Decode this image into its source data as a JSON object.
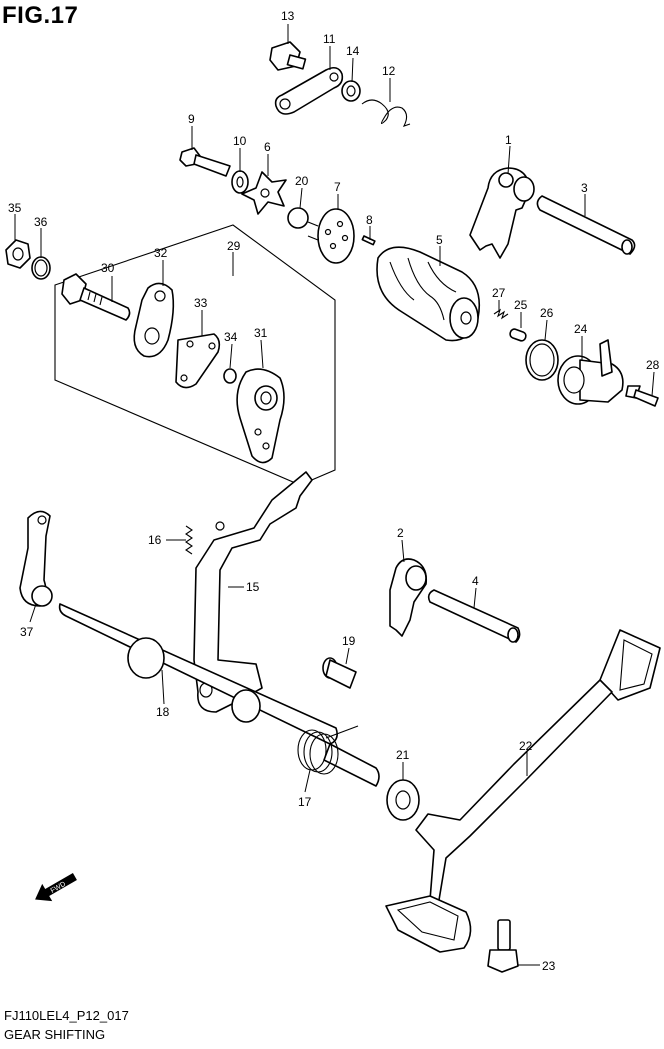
{
  "figure": {
    "title": "FIG.17"
  },
  "footer": {
    "code": "FJ110LEL4_P12_017",
    "name": "GEAR SHIFTING"
  },
  "fwd_label": "FWD",
  "callouts": [
    "1",
    "2",
    "3",
    "4",
    "5",
    "6",
    "7",
    "8",
    "9",
    "10",
    "11",
    "12",
    "13",
    "14",
    "15",
    "16",
    "17",
    "18",
    "19",
    "20",
    "21",
    "22",
    "23",
    "24",
    "25",
    "26",
    "27",
    "28",
    "29",
    "30",
    "31",
    "32",
    "33",
    "34",
    "35",
    "36",
    "37"
  ]
}
